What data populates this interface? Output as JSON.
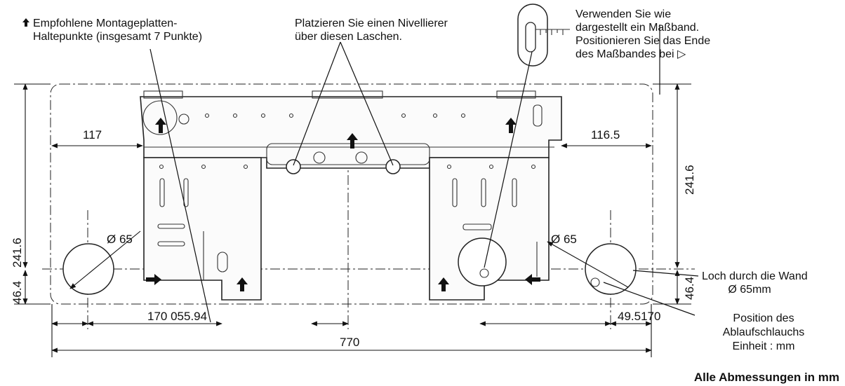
{
  "labels": {
    "mounting_points": "Empfohlene Montageplatten-\nHaltepunkte (insgesamt 7 Punkte)",
    "mounting_points_line1": "Empfohlene Montageplatten-",
    "mounting_points_line2": "Haltepunkte (insgesamt 7 Punkte)",
    "leveler_line1": "Platzieren Sie einen Nivellierer",
    "leveler_line2": "über diesen Laschen.",
    "tape_line1": "Verwenden Sie wie",
    "tape_line2": "dargestellt ein Maßband.",
    "tape_line3": "Positionieren Sie das Ende",
    "tape_line4": "des Maßbandes bei ▷",
    "wall_hole_line1": "Loch durch die Wand",
    "wall_hole_line2": "Ø 65mm",
    "drain_line1": "Position des",
    "drain_line2": "Ablaufschlauchs",
    "drain_line3": "Einheit : mm",
    "footer": "Alle Abmessungen in mm"
  },
  "dimensions": {
    "left_offset": "117",
    "right_offset": "116.5",
    "right_height": "241.6",
    "right_bottom": "46.4",
    "left_height": "241.6",
    "left_bottom": "46.4",
    "left_diameter": "Ø 65",
    "right_diameter": "Ø 65",
    "bottom_left": "170 055.94",
    "bottom_right": "49.5170",
    "overall_width": "770"
  }
}
